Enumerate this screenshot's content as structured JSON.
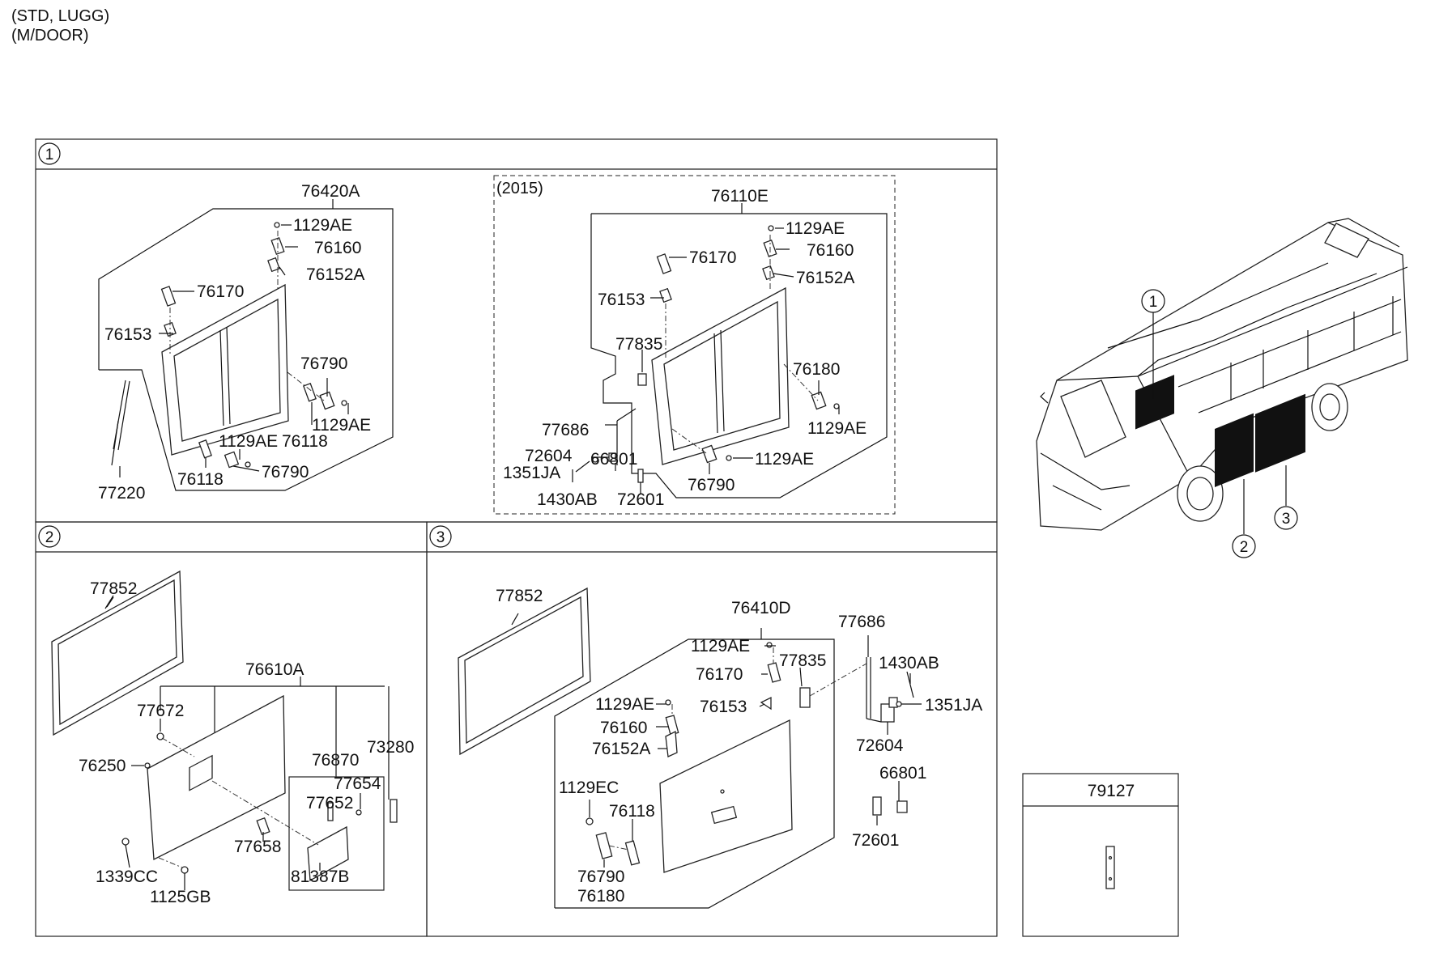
{
  "header": {
    "line1": "(STD, LUGG)",
    "line2": "(M/DOOR)"
  },
  "sections": {
    "s1": {
      "badge": "1",
      "subbox_label": "(2015)"
    },
    "s2": {
      "badge": "2"
    },
    "s3": {
      "badge": "3"
    },
    "s4": {
      "title": "79127"
    }
  },
  "callouts": {
    "p1": [
      "76420A",
      "1129AE",
      "76160",
      "76152A",
      "76170",
      "76153",
      "76790",
      "1129AE",
      "76118",
      "1129AE",
      "76118",
      "76790",
      "77220"
    ],
    "p1b": [
      "76110E",
      "1129AE",
      "76160",
      "76152A",
      "76170",
      "76153",
      "77835",
      "76180",
      "1129AE",
      "77686",
      "72604",
      "1351JA",
      "1430AB",
      "66801",
      "72601",
      "1129AE",
      "76790"
    ],
    "p2": [
      "77852",
      "76610A",
      "77672",
      "76250",
      "76870",
      "73280",
      "77654",
      "77652",
      "77658",
      "81387B",
      "1339CC",
      "1125GB"
    ],
    "p3": [
      "77852",
      "76410D",
      "77686",
      "1129AE",
      "77835",
      "76170",
      "1430AB",
      "1351JA",
      "1129AE",
      "76153",
      "76160",
      "76152A",
      "72604",
      "1129EC",
      "66801",
      "76118",
      "72601",
      "76790",
      "76180"
    ]
  },
  "vehicle": {
    "markers": [
      "1",
      "2",
      "3"
    ]
  }
}
